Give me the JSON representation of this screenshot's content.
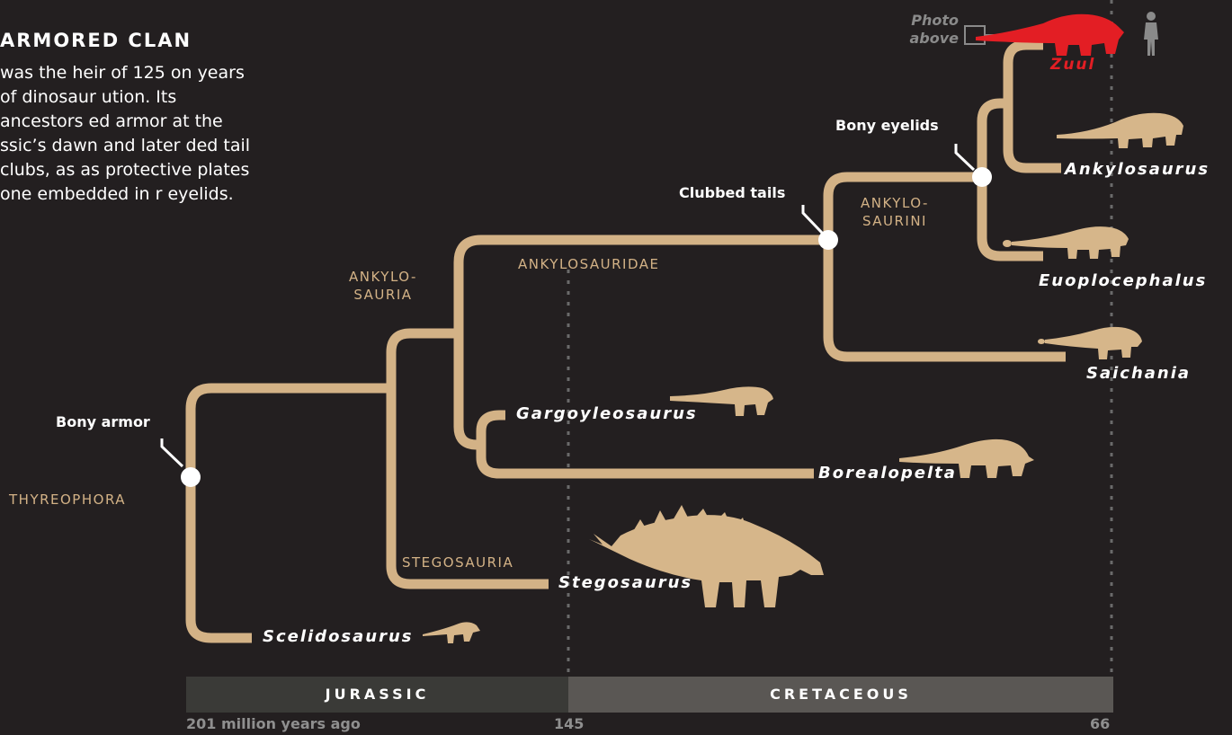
{
  "intro": {
    "title": "ARMORED CLAN",
    "body": "was the heir of 125 on years of dinosaur ution. Its ancestors ed armor at the ssic’s dawn and later ded tail clubs, as as protective plates one embedded in r eyelids."
  },
  "clades": {
    "thyreophora": "THYREOPHORA",
    "ankylosauria": "ANKYLO-\nSAURIA",
    "ankylosauridae": "ANKYLOSAURIDAE",
    "ankylosaurini": "ANKYLO-\nSAURINI",
    "stegosauria": "STEGOSAURIA"
  },
  "traits": {
    "bony_armor": "Bony armor",
    "clubbed_tails": "Clubbed tails",
    "bony_eyelids": "Bony eyelids"
  },
  "taxa": {
    "zuul": "Zuul",
    "ankylosaurus": "Ankylosaurus",
    "euoplocephalus": "Euoplocephalus",
    "saichania": "Saichania",
    "gargoyleosaurus": "Gargoyleosaurus",
    "borealopelta": "Borealopelta",
    "stegosaurus": "Stegosaurus",
    "scelidosaurus": "Scelidosaurus"
  },
  "photo_note": "Photo\nabove",
  "timeline": {
    "periods": [
      "JURASSIC",
      "CRETACEOUS"
    ],
    "ticks": [
      "201 million years ago",
      "145",
      "66"
    ]
  },
  "colors": {
    "background": "#231f20",
    "branch": "#d3b286",
    "silhouette": "#d6b68a",
    "highlight": "#e31e24",
    "jurassic_band": "#3a3a37",
    "cretaceous_band": "#5a5754",
    "human": "#8a8a8a"
  }
}
